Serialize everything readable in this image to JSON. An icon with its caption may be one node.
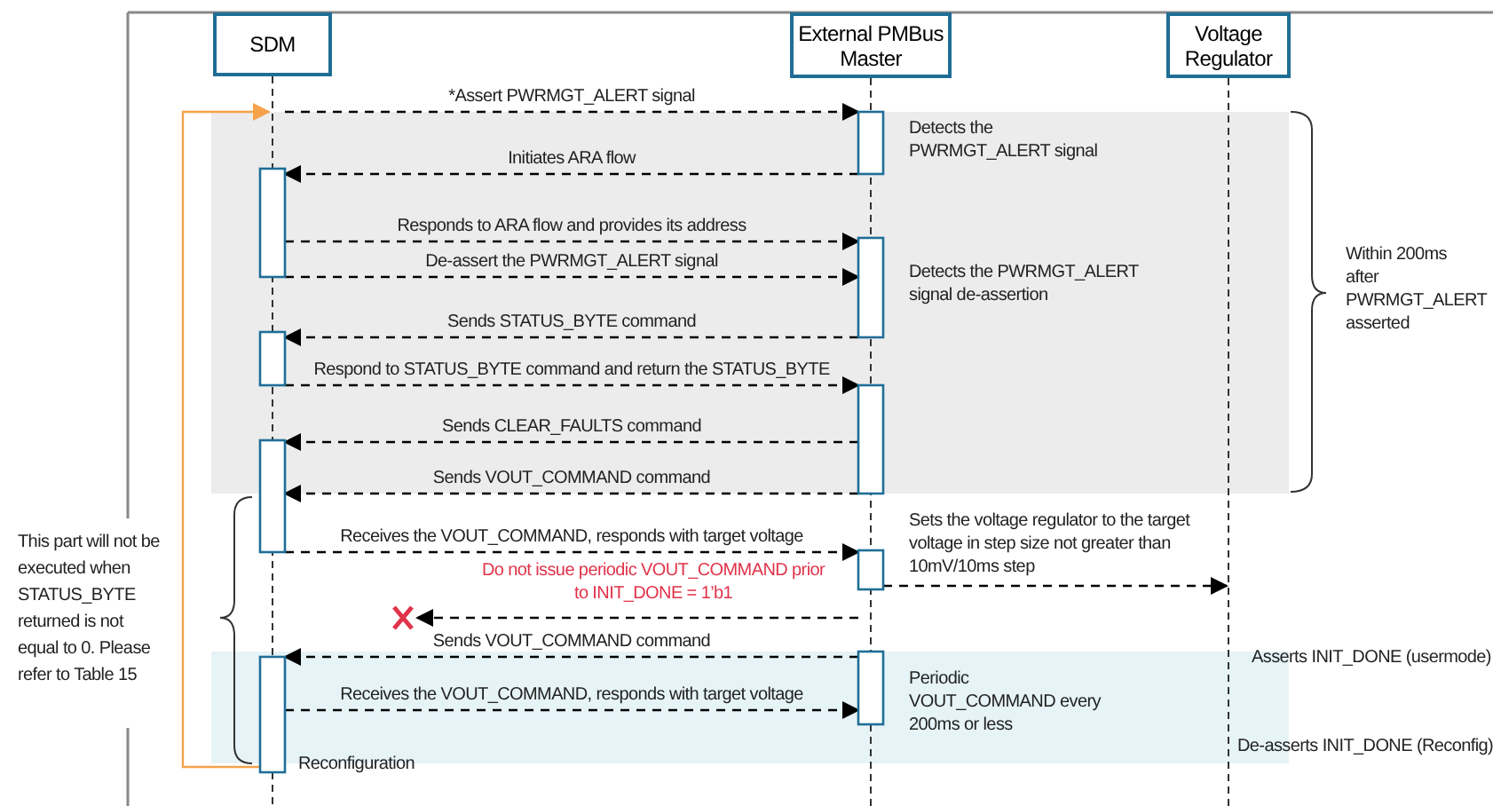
{
  "diagram": {
    "nodes": [
      {
        "text": [
          "SDM"
        ]
      },
      {
        "text": [
          "External PMBus Master"
        ]
      },
      {
        "text": [
          "Voltage Regulator"
        ]
      },
      {
        "text": [],
        "shape": "cross"
      }
    ],
    "edges": [
      {
        "from": 0,
        "to": 1,
        "arrow": "to",
        "style": "dashed",
        "label": "*Assert PWRMGT_ALERT signal"
      },
      {
        "from": 1,
        "to": 0,
        "arrow": "to",
        "style": "dashed",
        "label": "Initiates ARA flow"
      },
      {
        "from": 0,
        "to": 1,
        "arrow": "to",
        "style": "dashed",
        "label": "Responds to ARA flow and provides its address"
      },
      {
        "from": 0,
        "to": 1,
        "arrow": "to",
        "style": "dashed",
        "label": "De-assert the PWRMGT_ALERT signal"
      },
      {
        "from": 1,
        "to": 0,
        "arrow": "to",
        "style": "dashed",
        "label": "Sends STATUS_BYTE command"
      },
      {
        "from": 0,
        "to": 1,
        "arrow": "to",
        "style": "dashed",
        "label": "Respond to STATUS_BYTE command and return the STATUS_BYTE"
      },
      {
        "from": 1,
        "to": 0,
        "arrow": "to",
        "style": "dashed",
        "label": "Sends CLEAR_FAULTS command"
      },
      {
        "from": 1,
        "to": 0,
        "arrow": "to",
        "style": "dashed",
        "label": "Sends VOUT_COMMAND command"
      },
      {
        "from": 0,
        "to": 1,
        "arrow": "to",
        "style": "dashed",
        "label": "Receives the VOUT_COMMAND, responds with target voltage"
      },
      {
        "from": 1,
        "to": 2,
        "arrow": "to",
        "style": "dashed",
        "label": "Sets the voltage regulator to the target voltage in step size not greater than 10mV/10ms step"
      },
      {
        "from": 1,
        "to": 3,
        "arrow": "to",
        "style": "dashed",
        "label": "Do not issue periodic VOUT_COMMAND prior to INIT_DONE = 1’b1"
      },
      {
        "from": 1,
        "to": 0,
        "arrow": "to",
        "style": "dashed",
        "label": "Sends VOUT_COMMAND command"
      },
      {
        "from": 0,
        "to": 1,
        "arrow": "to",
        "style": "dashed",
        "label": "Receives the VOUT_COMMAND, responds with target voltage"
      },
      {
        "from": 0,
        "to": 0,
        "arrow": "to",
        "color": "#f5a24b"
      }
    ],
    "labels": [
      "Detects the PWRMGT_ALERT signal",
      "Detects the PWRMGT_ALERT signal de-assertion",
      "Within 200ms after PWRMGT_ALERT asserted",
      "This part will not be executed when STATUS_BYTE returned is not equal to 0. Please refer to Table 15",
      "Asserts INIT_DONE (usermode)",
      "Periodic VOUT_COMMAND every 200ms or less",
      "De-asserts INIT_DONE (Reconfig)",
      "Reconfiguration"
    ]
  }
}
